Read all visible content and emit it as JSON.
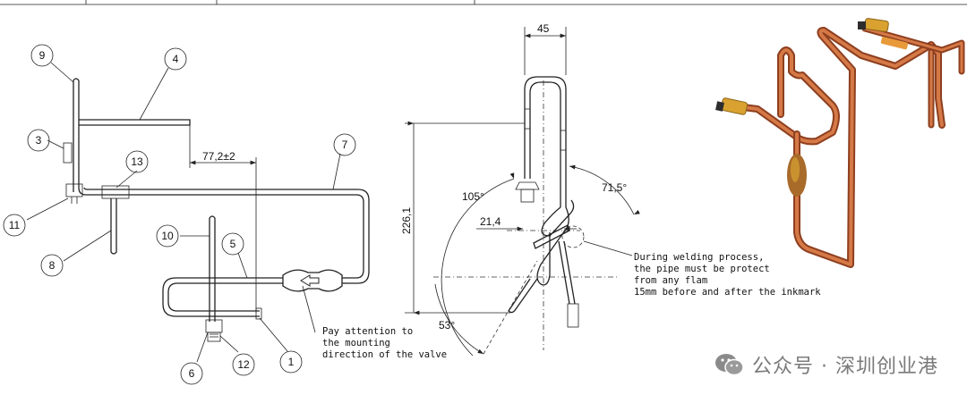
{
  "balloons": {
    "b9": "9",
    "b4": "4",
    "b3": "3",
    "b13": "13",
    "b7": "7",
    "b11": "11",
    "b8": "8",
    "b10": "10",
    "b5": "5",
    "b6": "6",
    "b12": "12",
    "b1": "1"
  },
  "dimensions": {
    "offset": "77,2±2",
    "width": "45",
    "height": "226,1",
    "short": "21,4",
    "angle_left": "105°",
    "angle_right": "71,5°",
    "angle_bottom": "53°"
  },
  "notes": {
    "valve_line1": "Pay attention to",
    "valve_line2": "the mounting",
    "valve_line3": "direction of the valve",
    "weld_line1": "During welding process,",
    "weld_line2": "the pipe must be protect",
    "weld_line3": "from any flam",
    "weld_line4": "15mm before and after the inkmark"
  },
  "watermark": {
    "text": "公众号 · 深圳创业港",
    "icon": "wechat-icon"
  },
  "colors": {
    "copper": "#c9663a",
    "copper_dark": "#8e3f1f",
    "brass": "#d9a230"
  }
}
